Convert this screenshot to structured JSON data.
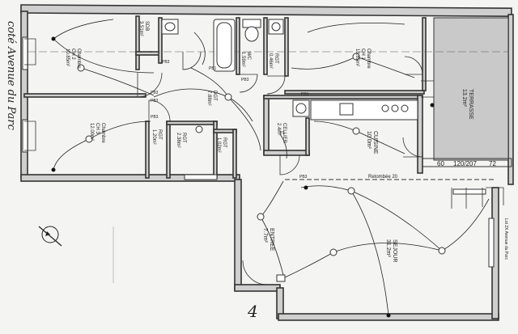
{
  "street_label": "coté Avenue du Parc",
  "north_marker": "4",
  "dims": {
    "d60": "60",
    "d120_207": "120/207",
    "d72": "72"
  },
  "lot_label": "Lot 2X Avenue du Parc",
  "rooms": [
    {
      "id": "chambre1",
      "name": "Chambre",
      "sub": "CH 2",
      "area": "10.85m²"
    },
    {
      "id": "chambre2",
      "name": "Chambre",
      "sub": "CH 3",
      "area": "12.00m²"
    },
    {
      "id": "sdb",
      "name": "SDB",
      "area": "3.51m²"
    },
    {
      "id": "wc",
      "name": "WC",
      "area": "1.59m²"
    },
    {
      "id": "rgt_top",
      "name": "RGT",
      "area": "0.46m²"
    },
    {
      "id": "chambre3",
      "name": "Chambre",
      "sub": "CH 1",
      "area": "13.85m²"
    },
    {
      "id": "terrasse",
      "name": "TERRASSE",
      "area": "13.2m²"
    },
    {
      "id": "dgt",
      "name": "DGT",
      "area": "7.88m²"
    },
    {
      "id": "rgt_a",
      "name": "RGT",
      "area": "1.20m²"
    },
    {
      "id": "rgt_b",
      "name": "RGT",
      "area": "2.38m²"
    },
    {
      "id": "rgt_c",
      "name": "RGT",
      "area": "1.02m²"
    },
    {
      "id": "cellier",
      "name": "CELLIER",
      "area": "2.4m²"
    },
    {
      "id": "cuisine",
      "name": "CUISINE",
      "area": "10.0m²"
    },
    {
      "id": "sejour",
      "name": "SEJOUR",
      "area": "31.2m²"
    },
    {
      "id": "entree",
      "name": "ENTREE",
      "area": "7.7m²"
    }
  ],
  "tags": [
    "PB3",
    "PB3",
    "PB3",
    "PB3",
    "PB3",
    "PB1",
    "PB1",
    "P1",
    "PB3"
  ],
  "retombee": "Retombée 20",
  "colors": {
    "wall": "#cfcfcf",
    "line": "#333333",
    "paper": "#f4f4f2"
  }
}
